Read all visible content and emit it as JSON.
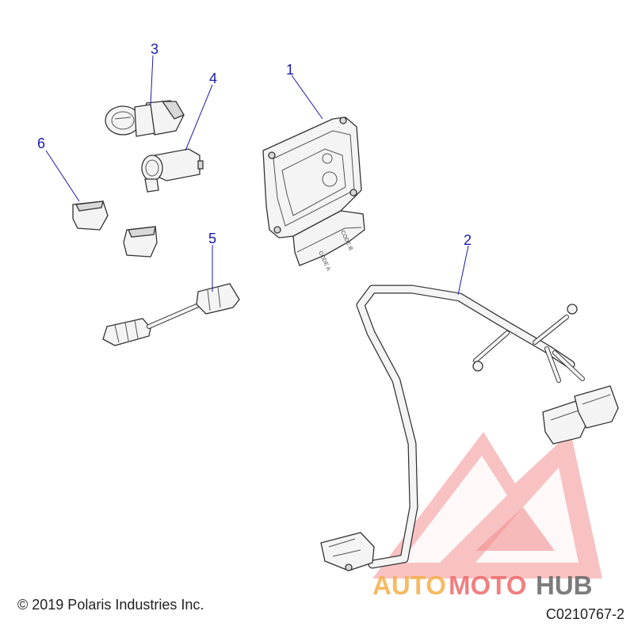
{
  "callouts": [
    {
      "number": "1",
      "part": "ecu"
    },
    {
      "number": "2",
      "part": "wire-harness"
    },
    {
      "number": "3",
      "part": "ignition-switch"
    },
    {
      "number": "4",
      "part": "power-outlet"
    },
    {
      "number": "5",
      "part": "adapter-harness"
    },
    {
      "number": "6",
      "part": "switch-caps"
    }
  ],
  "ecu_labels": {
    "code_a": "CODE A",
    "code_b": "CODE B"
  },
  "copyright": "© 2019 Polaris Industries Inc.",
  "figure_code": "C0210767-2",
  "watermark": {
    "text_part1": "AUTO",
    "text_part2": "MOTO",
    "text_part3": "HUB",
    "color_orange": "#f5b04a",
    "color_red": "#ef6b6b",
    "color_gray": "#666666"
  },
  "colors": {
    "callout": "#1a1aa8"
  }
}
